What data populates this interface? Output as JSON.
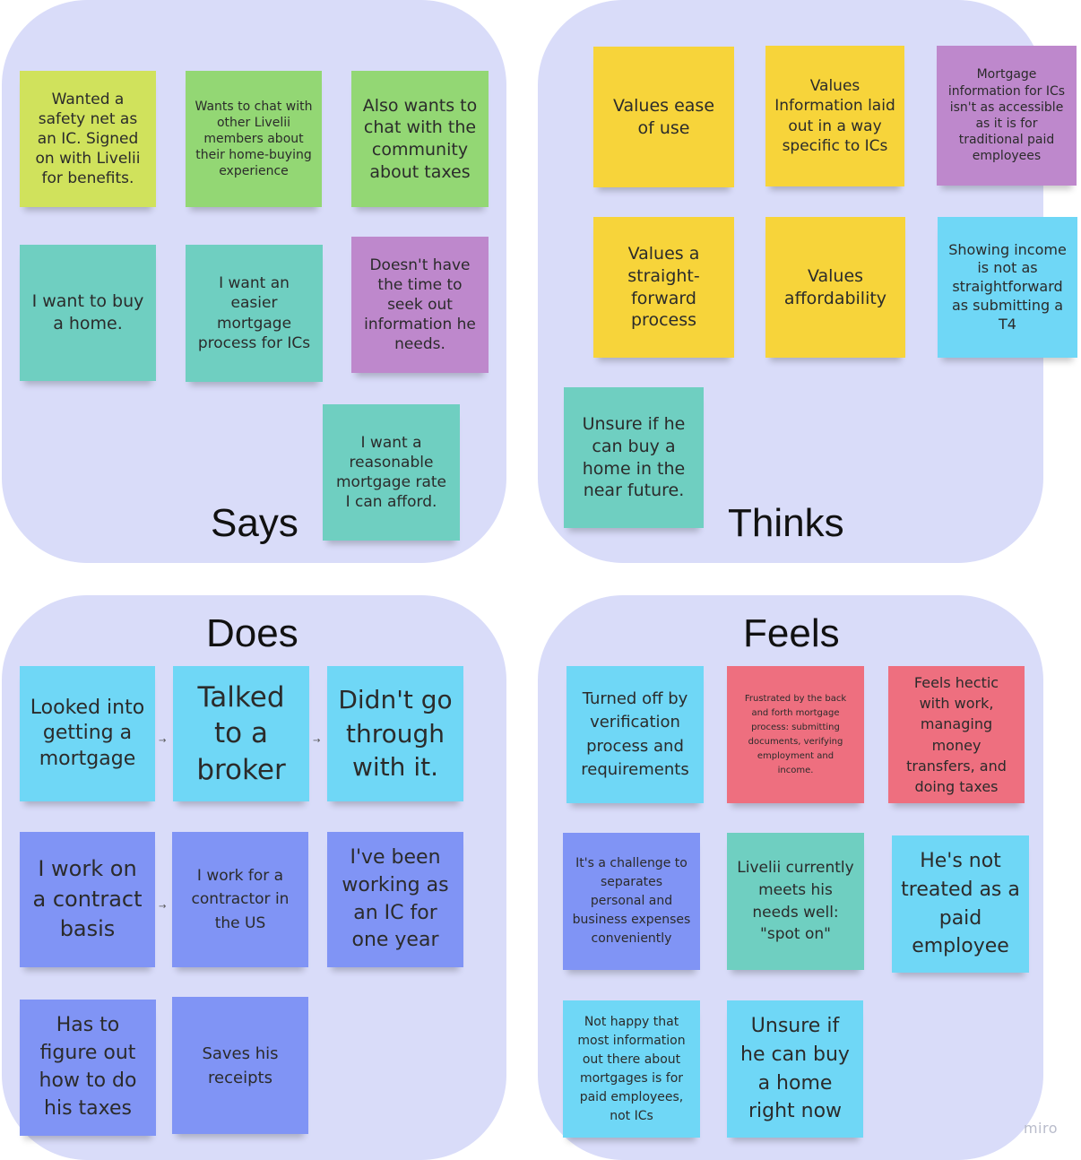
{
  "says": {
    "title": "Says",
    "notes": [
      "Wanted a safety net as an IC. Signed on with Livelii for benefits.",
      "Wants to chat with other Livelii members about their home-buying experience",
      "Also wants to chat with the community about taxes",
      "I want to buy a home.",
      "I want an easier mortgage process for ICs",
      "Doesn't have the time to seek out information he needs.",
      "I want a reasonable mortgage rate I can afford."
    ]
  },
  "thinks": {
    "title": "Thinks",
    "notes": [
      "Values ease of use",
      "Values Information laid out in a way specific to ICs",
      "Mortgage information for ICs isn't as accessible as it is for traditional paid employees",
      "Values a straight-forward process",
      "Values affordability",
      "Showing income is not as straightforward as submitting a T4",
      "Unsure if he can buy a home in the near future."
    ]
  },
  "does": {
    "title": "Does",
    "notes": [
      "Looked into getting a mortgage",
      "Talked to a broker",
      "Didn't go through with it.",
      "I work on a contract basis",
      "I work for a contractor in the US",
      "I've been working as an IC for one year",
      "Has to figure out how to do his taxes",
      "Saves his receipts"
    ],
    "connector": "→"
  },
  "feels": {
    "title": "Feels",
    "notes": [
      "Turned off by verification process and requirements",
      "Frustrated by the back and forth mortgage process: submitting documents, verifying employment and income.",
      "Feels hectic with work, managing money transfers, and doing taxes",
      "It's a challenge to separates personal and business expenses conveniently",
      "Livelii currently meets his needs well: \"spot on\"",
      "He's not treated as a paid employee",
      "Not happy that most information out there about mortgages is for paid employees, not ICs",
      "Unsure if he can buy a home right now"
    ]
  },
  "brand": "miro",
  "colors": {
    "quadrant": "#d9dcf9",
    "lime": "#d0e25c",
    "green": "#93d774",
    "teal": "#6fcfc1",
    "purple": "#be88cc",
    "yellow": "#f7d43a",
    "cyan": "#6fd7f6",
    "blue": "#8094f5",
    "red": "#ee6f7f"
  }
}
